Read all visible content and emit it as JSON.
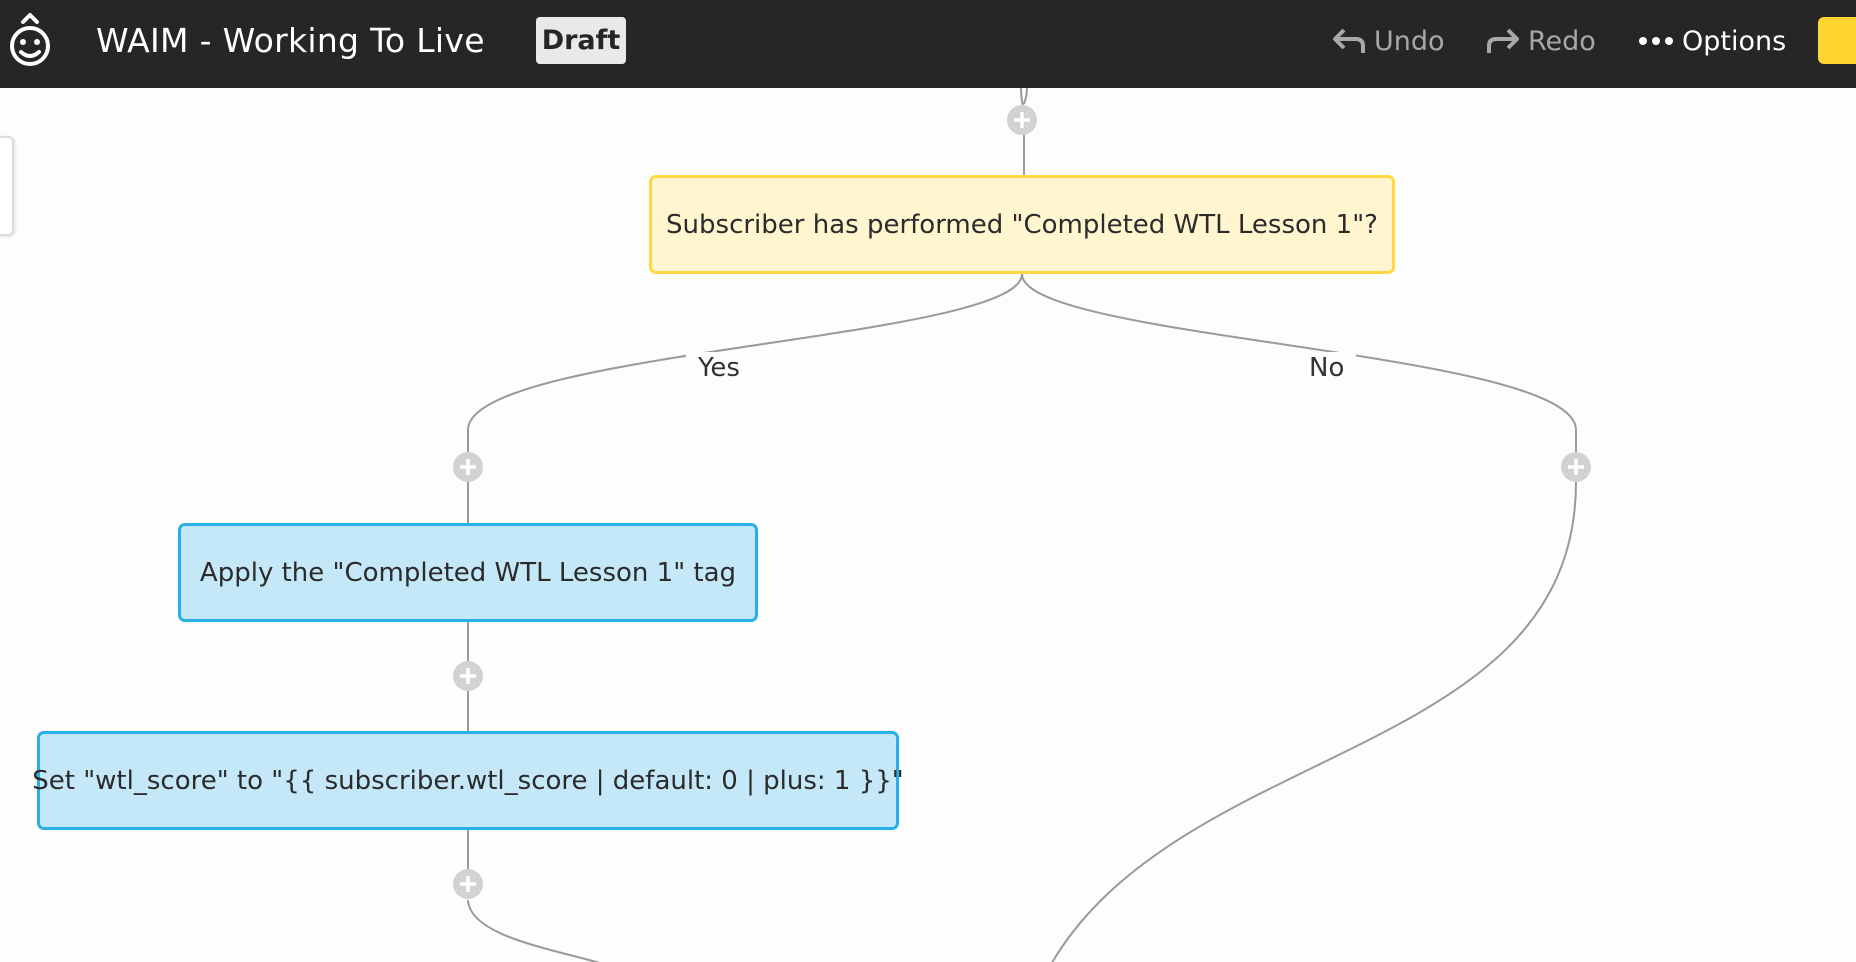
{
  "app": {
    "title": "WAIM - Working To Live",
    "status_badge": "Draft",
    "logo_icon": "drip-smile-logo"
  },
  "toolbar": {
    "undo_label": "Undo",
    "redo_label": "Redo",
    "options_label": "Options",
    "undo_icon": "undo-arrow-icon",
    "redo_icon": "redo-arrow-icon",
    "options_icon": "ellipsis-icon"
  },
  "workflow": {
    "condition": {
      "label": "Subscriber has performed \"Completed WTL Lesson 1\"?",
      "yes_label": "Yes",
      "no_label": "No"
    },
    "yes_branch": [
      {
        "type": "action",
        "label": "Apply the \"Completed WTL Lesson 1\" tag"
      },
      {
        "type": "action",
        "label": "Set \"wtl_score\" to \"{{ subscriber.wtl_score | default: 0 | plus: 1 }}\""
      }
    ]
  },
  "colors": {
    "topbar_bg": "#262626",
    "condition_fill": "#fff5cf",
    "condition_border": "#ffd943",
    "action_fill": "#c5e8f9",
    "action_border": "#2aafe8",
    "accent": "#ffd531",
    "connector": "#9a9a9a"
  }
}
